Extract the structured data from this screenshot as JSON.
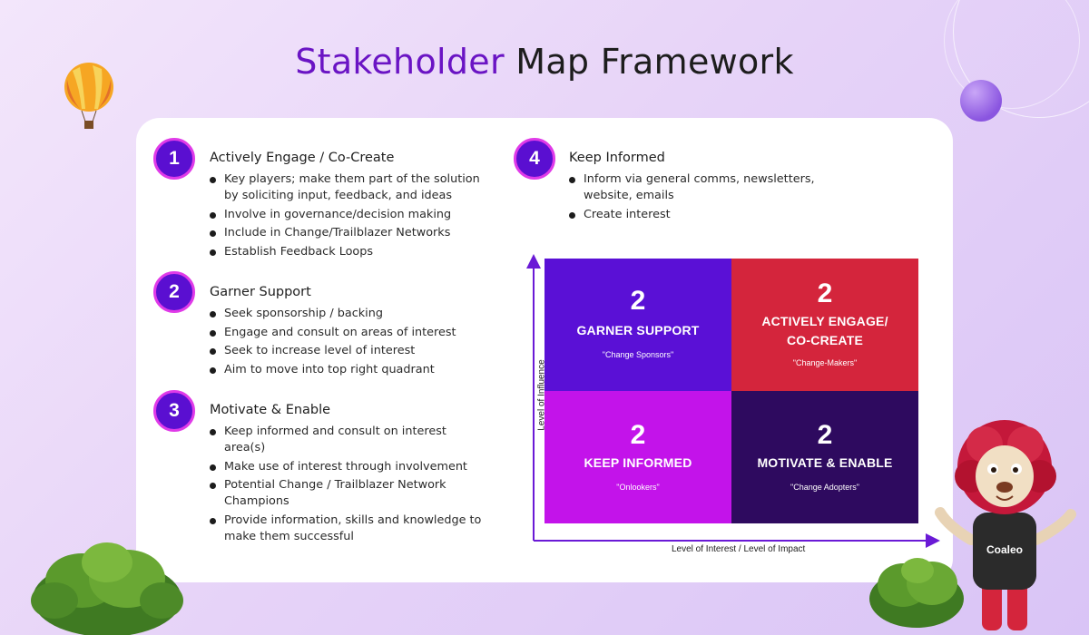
{
  "title": {
    "accent": "Stakeholder",
    "rest": " Map Framework"
  },
  "sections": [
    {
      "number": "1",
      "heading": "Actively Engage / Co-Create",
      "bullets": [
        "Key players; make them part of the solution by soliciting input, feedback, and ideas",
        "Involve in governance/decision making",
        "Include in Change/Trailblazer Networks",
        "Establish Feedback Loops"
      ]
    },
    {
      "number": "2",
      "heading": "Garner Support",
      "bullets": [
        "Seek sponsorship / backing",
        "Engage and consult on areas of interest",
        "Seek to increase level of interest",
        "Aim to move into top right quadrant"
      ]
    },
    {
      "number": "3",
      "heading": "Motivate & Enable",
      "bullets": [
        "Keep informed and consult on interest area(s)",
        "Make use of interest through involvement",
        "Potential Change / Trailblazer Network Champions",
        "Provide information, skills and knowledge to make them successful"
      ]
    },
    {
      "number": "4",
      "heading": "Keep Informed",
      "bullets": [
        "Inform via general comms, newsletters, website, emails",
        "Create interest"
      ]
    }
  ],
  "matrix": {
    "y_axis_label": "Level of Influence",
    "x_axis_label": "Level of Interest / Level of Impact",
    "quadrants": [
      {
        "number": "2",
        "label": "GARNER SUPPORT",
        "sub": "\"Change Sponsors\"",
        "color": "#5a10d6"
      },
      {
        "number": "2",
        "label": "ACTIVELY ENGAGE/ CO-CREATE",
        "sub": "\"Change-Makers\"",
        "color": "#d4253c"
      },
      {
        "number": "2",
        "label": "KEEP INFORMED",
        "sub": "\"Onlookers\"",
        "color": "#c313ea"
      },
      {
        "number": "2",
        "label": "MOTIVATE & ENABLE",
        "sub": "\"Change Adopters\"",
        "color": "#2e0a5f"
      }
    ],
    "axis_color": "#6a1ad6"
  },
  "mascot": {
    "shirt_text": "Coaleo"
  },
  "colors": {
    "badge_fill": "#5a0fd1",
    "badge_ring": "#e03ae8",
    "accent": "#6a14c4"
  }
}
